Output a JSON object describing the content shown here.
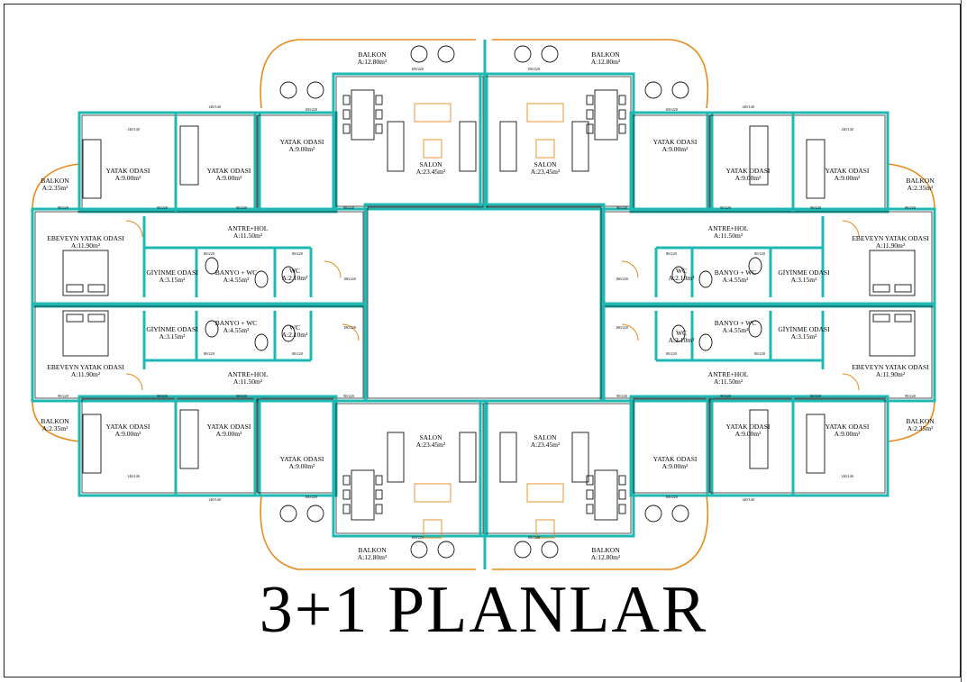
{
  "title": "3+1 PLANLAR",
  "colors": {
    "wall": "#1fb8b2",
    "line": "#111111",
    "balcony_edge": "#e88a1a",
    "furniture": "#111111",
    "sofa_accent": "#e88a1a"
  },
  "room_labels": {
    "balkon_big": {
      "name": "BALKON",
      "area": "A:12.80m²"
    },
    "balkon_small": {
      "name": "BALKON",
      "area": "A:2.35m²"
    },
    "salon": {
      "name": "SALON",
      "area": "A:23.45m²"
    },
    "yatak": {
      "name": "YATAK ODASI",
      "area": "A:9.00m²"
    },
    "ebeveyn": {
      "name": "EBEVEYN YATAK ODASI",
      "area": "A:11.90m²"
    },
    "antre": {
      "name": "ANTRE+HOL",
      "area": "A:11.50m²"
    },
    "giyinme": {
      "name": "GİYİNME ODASI",
      "area": "A:3.15m²"
    },
    "banyo": {
      "name": "BANYO + WC",
      "area": "A:4.55m²"
    },
    "wc": {
      "name": "WC",
      "area": "A:2.10m²"
    }
  },
  "dim_labels": {
    "d1": "100/220",
    "d2": "90/220",
    "d3": "140/140",
    "d4": "80/220",
    "d5": "180/220"
  }
}
